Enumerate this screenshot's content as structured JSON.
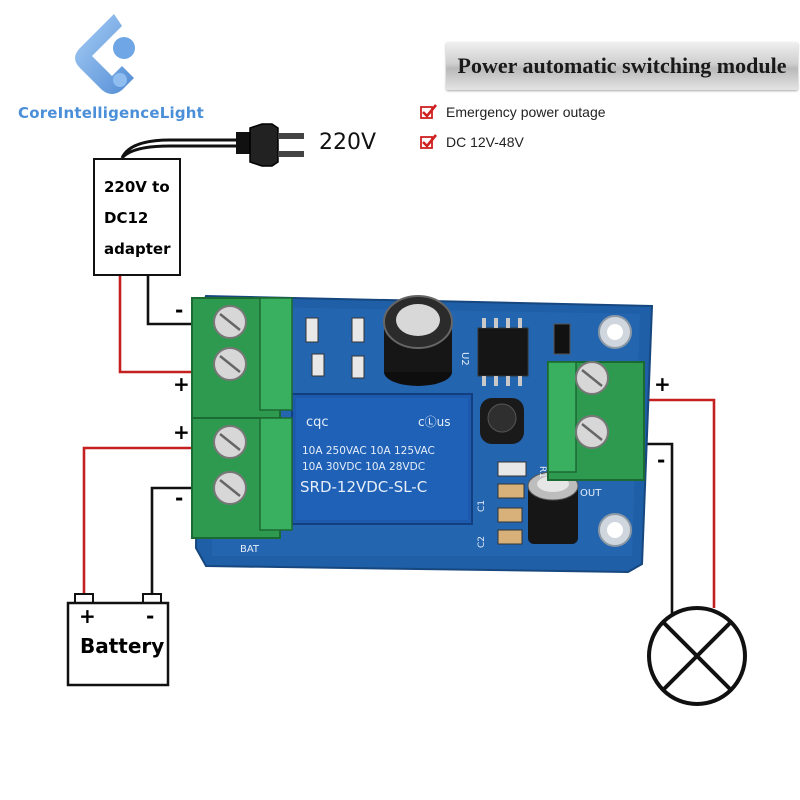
{
  "brand": {
    "name": "CoreIntelligenceLight"
  },
  "title": "Power automatic switching module",
  "features": [
    {
      "icon": "checkmark-icon",
      "text": "Emergency power outage"
    },
    {
      "icon": "checkmark-icon",
      "text": "DC 12V-48V"
    }
  ],
  "mains": {
    "voltage_label": "220V"
  },
  "adapter": {
    "label_lines": [
      "220V to",
      "DC12",
      "adapter"
    ]
  },
  "battery": {
    "label": "Battery",
    "plus": "+",
    "minus": "-"
  },
  "polarity": {
    "plus": "+",
    "minus": "-"
  },
  "board": {
    "relay_brand": "cqc",
    "relay_cert": "cⓁus",
    "relay_ratings": [
      "10A 250VAC  10A 125VAC",
      "10A 30VDC  10A 28VDC"
    ],
    "relay_model": "SRD-12VDC-SL-C",
    "label_bat": "BAT",
    "label_out": "OUT",
    "label_c1": "C1",
    "label_c2": "C2",
    "label_r1": "R1",
    "label_u2": "U2"
  },
  "colors": {
    "wire_red": "#c42020",
    "wire_black": "#111111",
    "board_blue": "#1e5fa8",
    "terminal_green": "#2e9a4f",
    "relay_blue": "#1d5aae",
    "brand_blue": "#4a8fd8",
    "check_red": "#d02020"
  }
}
